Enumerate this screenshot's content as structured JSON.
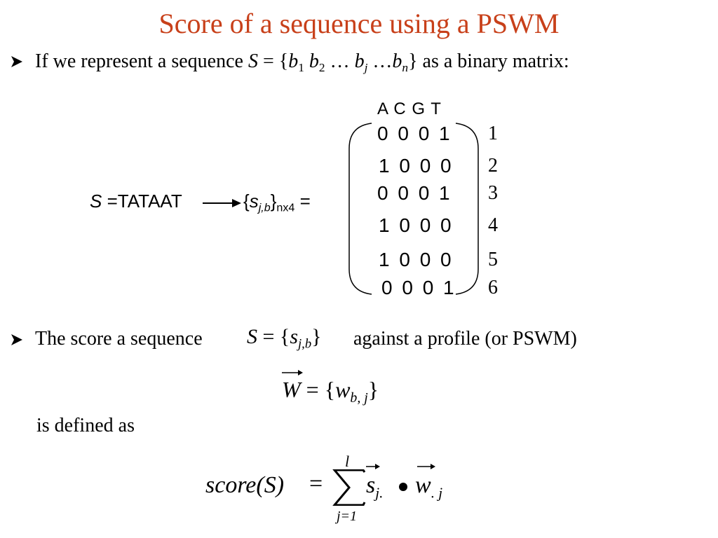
{
  "slide": {
    "title": "Score of a sequence using a PSWM",
    "bullet1": {
      "text_before": "If we represent a sequence ",
      "S": "S",
      "eq": " = {",
      "b": "b",
      "sub1": "1",
      "sub2": "2",
      "dots": " … ",
      "subj": "j",
      "dots2": " …",
      "subn": "n",
      "close": "}",
      "text_after": " as a binary matrix:"
    },
    "matrix": {
      "header": "A C G T",
      "rows": [
        "0 0 0 1",
        "1 0 0 0",
        "0 0 0 1",
        "1 0 0 0",
        "1 0 0 0",
        "0 0 0 1"
      ],
      "row_numbers": [
        "1",
        "2",
        "3",
        "4",
        "5",
        "6"
      ]
    },
    "sequence_eq": {
      "S": "S",
      "eq": " =",
      "seq": "TATAAT",
      "open": "{",
      "s": "s",
      "sub": "j,b",
      "close": "}",
      "dim": "nx4",
      "eq2": " ="
    },
    "bullet2": {
      "text_before": "The score a sequence",
      "S": "S",
      "eq": " = {",
      "s": "s",
      "sub": "j,b",
      "close": "}",
      "text_after": "against a profile (or PSWM)"
    },
    "w_eq": {
      "W": "W",
      "eq": " = {",
      "w": "w",
      "sub": "b, j",
      "close": "}"
    },
    "defined_as": "is defined as",
    "formula": {
      "lhs": "score(S)",
      "eq": "=",
      "upper": "l",
      "lower": "j=1",
      "s": "s",
      "s_sub": "j.",
      "w": "w",
      "w_sub": ". j"
    }
  }
}
